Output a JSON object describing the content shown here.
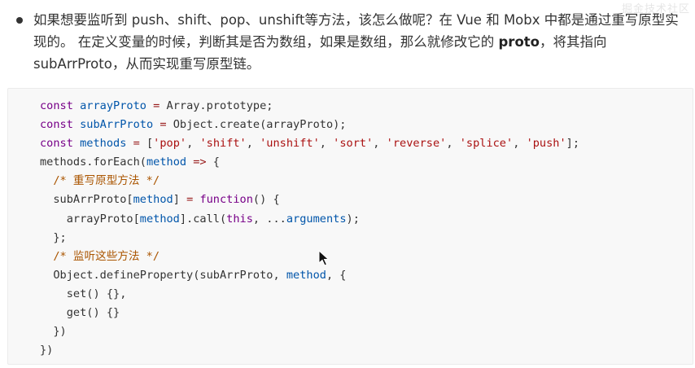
{
  "watermark": "掘金技术社区",
  "article": {
    "paragraph_before": "如果想要监听到 push、shift、pop、unshift等方法，该怎么做呢？在 Vue 和 Mobx 中都是通过重写原型实现的。 在定义变量的时候，判断其是否为数组，如果是数组，那么就修改它的 ",
    "paragraph_bold": "proto",
    "paragraph_after": "，将其指向 subArrProto，从而实现重写原型链。"
  },
  "code": {
    "language": "javascript",
    "lines": [
      [
        {
          "t": "kw",
          "v": "const "
        },
        {
          "t": "var",
          "v": "arrayProto"
        },
        {
          "t": "op",
          "v": " = "
        },
        {
          "t": "",
          "v": "Array.prototype;"
        }
      ],
      [
        {
          "t": "kw",
          "v": "const "
        },
        {
          "t": "var",
          "v": "subArrProto"
        },
        {
          "t": "op",
          "v": " = "
        },
        {
          "t": "",
          "v": "Object.create(arrayProto);"
        }
      ],
      [
        {
          "t": "kw",
          "v": "const "
        },
        {
          "t": "var",
          "v": "methods"
        },
        {
          "t": "op",
          "v": " = "
        },
        {
          "t": "",
          "v": "["
        },
        {
          "t": "str",
          "v": "'pop'"
        },
        {
          "t": "",
          "v": ", "
        },
        {
          "t": "str",
          "v": "'shift'"
        },
        {
          "t": "",
          "v": ", "
        },
        {
          "t": "str",
          "v": "'unshift'"
        },
        {
          "t": "",
          "v": ", "
        },
        {
          "t": "str",
          "v": "'sort'"
        },
        {
          "t": "",
          "v": ", "
        },
        {
          "t": "str",
          "v": "'reverse'"
        },
        {
          "t": "",
          "v": ", "
        },
        {
          "t": "str",
          "v": "'splice'"
        },
        {
          "t": "",
          "v": ", "
        },
        {
          "t": "str",
          "v": "'push'"
        },
        {
          "t": "",
          "v": "];"
        }
      ],
      [
        {
          "t": "",
          "v": "methods.forEach("
        },
        {
          "t": "var",
          "v": "method"
        },
        {
          "t": "",
          "v": " "
        },
        {
          "t": "op",
          "v": "=>"
        },
        {
          "t": "",
          "v": " {"
        }
      ],
      [
        {
          "t": "cmt",
          "v": "  /* 重写原型方法 */"
        }
      ],
      [
        {
          "t": "",
          "v": "  subArrProto["
        },
        {
          "t": "var",
          "v": "method"
        },
        {
          "t": "",
          "v": "] "
        },
        {
          "t": "op",
          "v": "="
        },
        {
          "t": "",
          "v": " "
        },
        {
          "t": "kw",
          "v": "function"
        },
        {
          "t": "",
          "v": "() {"
        }
      ],
      [
        {
          "t": "",
          "v": "    arrayProto["
        },
        {
          "t": "var",
          "v": "method"
        },
        {
          "t": "",
          "v": "].call("
        },
        {
          "t": "kw",
          "v": "this"
        },
        {
          "t": "",
          "v": ", ..."
        },
        {
          "t": "var",
          "v": "arguments"
        },
        {
          "t": "",
          "v": ");"
        }
      ],
      [
        {
          "t": "",
          "v": "  };"
        }
      ],
      [
        {
          "t": "cmt",
          "v": "  /* 监听这些方法 */"
        }
      ],
      [
        {
          "t": "",
          "v": "  Object.defineProperty(subArrProto, "
        },
        {
          "t": "var",
          "v": "method"
        },
        {
          "t": "",
          "v": ", {"
        }
      ],
      [
        {
          "t": "",
          "v": "    set() {},"
        }
      ],
      [
        {
          "t": "",
          "v": "    get() {}"
        }
      ],
      [
        {
          "t": "",
          "v": "  })"
        }
      ],
      [
        {
          "t": "",
          "v": "})"
        }
      ]
    ]
  },
  "colors": {
    "keyword": "#770088",
    "variable": "#0055aa",
    "string": "#aa1111",
    "comment": "#aa5500",
    "operator": "#981a1a",
    "code_background": "#f8f8f8"
  },
  "icons": {
    "cursor": "mouse-pointer-icon"
  }
}
